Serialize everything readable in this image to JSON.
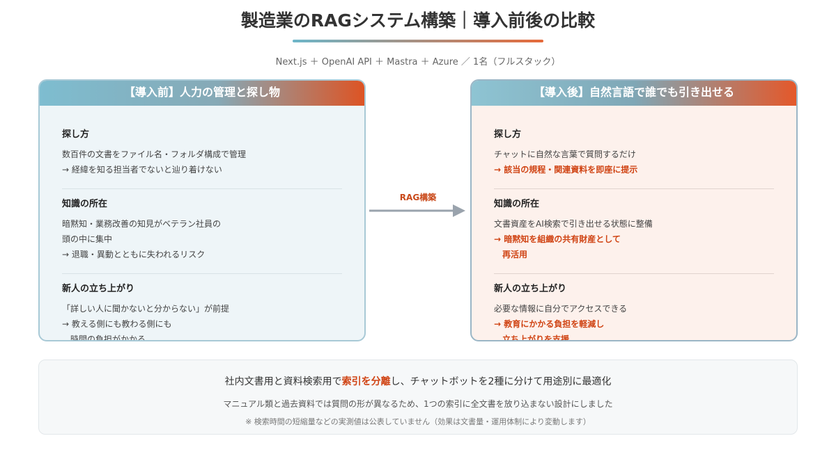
{
  "title": "製造業のRAGシステム構築｜導入前後の比較",
  "subtitle": "Next.js ＋ OpenAI API ＋ Mastra ＋ Azure ／ 1名（フルスタック）",
  "before": {
    "header": "【導入前】人力の管理と探し物",
    "sections": [
      {
        "title": "探し方",
        "lines": [
          {
            "text": "数百件の文書をファイル名・フォルダ構成で管理",
            "highlight": false
          },
          {
            "text": "→ 経緯を知る担当者でないと辿り着けない",
            "highlight": false
          }
        ]
      },
      {
        "title": "知識の所在",
        "lines": [
          {
            "text": "暗黙知・業務改善の知見がベテラン社員の",
            "highlight": false
          },
          {
            "text": "頭の中に集中",
            "highlight": false
          },
          {
            "text": "→ 退職・異動とともに失われるリスク",
            "highlight": false
          }
        ]
      },
      {
        "title": "新人の立ち上がり",
        "lines": [
          {
            "text": "「詳しい人に聞かないと分からない」が前提",
            "highlight": false
          },
          {
            "text": "→ 教える側にも教わる側にも",
            "highlight": false
          },
          {
            "text": "　時間の負担がかかる",
            "highlight": false
          }
        ]
      }
    ]
  },
  "arrow_label": "RAG構築",
  "after": {
    "header": "【導入後】自然言語で誰でも引き出せる",
    "sections": [
      {
        "title": "探し方",
        "lines": [
          {
            "text": "チャットに自然な言葉で質問するだけ",
            "highlight": false
          },
          {
            "text": "→ 該当の規程・関連資料を即座に提示",
            "highlight": true
          }
        ]
      },
      {
        "title": "知識の所在",
        "lines": [
          {
            "text": "文書資産をAI検索で引き出せる状態に整備",
            "highlight": false
          },
          {
            "text": "→ 暗黙知を組織の共有財産として",
            "highlight": true
          },
          {
            "text": "　再活用",
            "highlight": true
          }
        ]
      },
      {
        "title": "新人の立ち上がり",
        "lines": [
          {
            "text": "必要な情報に自分でアクセスできる",
            "highlight": false
          },
          {
            "text": "→ 教育にかかる負担を軽減し",
            "highlight": true
          },
          {
            "text": "　立ち上がりを支援",
            "highlight": true
          }
        ]
      }
    ]
  },
  "bottom": {
    "main_pre": "社内文書用と資料検索用で",
    "main_highlight": "索引を分離",
    "main_post": "し、チャットボットを2種に分けて用途別に最適化",
    "sub": "マニュアル類と過去資料では質問の形が異なるため、1つの索引に全文書を放り込まない設計にしました",
    "note": "※ 検索時間の短縮量などの実測値は公表していません（効果は文書量・運用体制により変動します）"
  },
  "colors": {
    "accent_teal": "#7ebdd0",
    "accent_orange": "#dd5424",
    "highlight_text": "#d04414"
  }
}
